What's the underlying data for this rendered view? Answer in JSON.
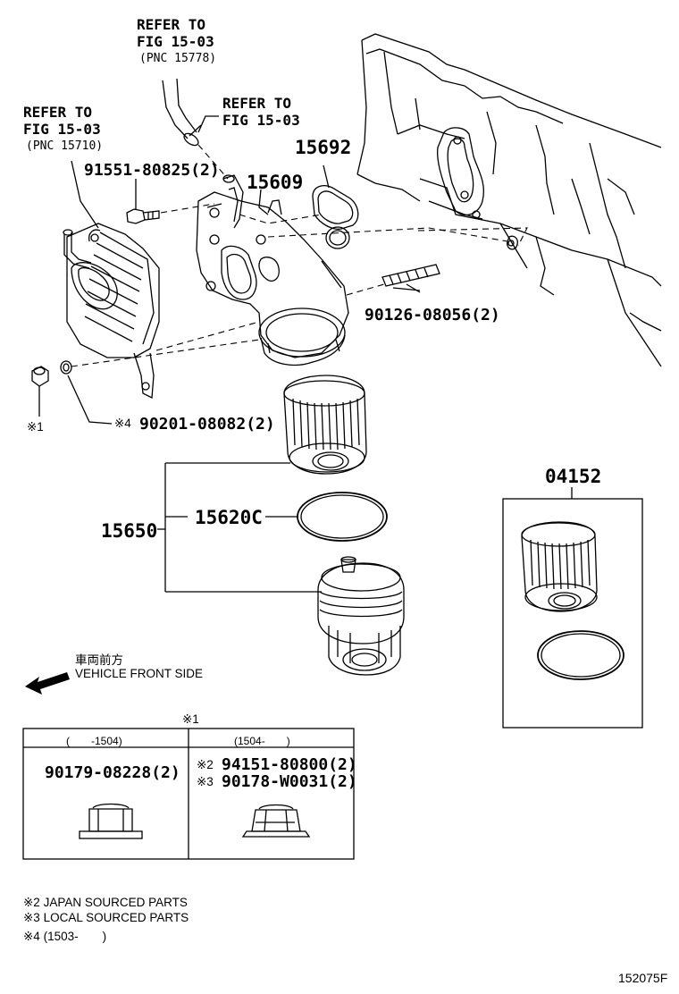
{
  "refs": {
    "ref_top": {
      "line1": "REFER TO",
      "line2": "FIG 15-03",
      "line3": "(PNC 15778)"
    },
    "ref_mid": {
      "line1": "REFER TO",
      "line2": "FIG 15-03"
    },
    "ref_left": {
      "line1": "REFER TO",
      "line2": "FIG 15-03",
      "line3": "(PNC 15710)"
    }
  },
  "parts": {
    "p91551": "91551-80825(2)",
    "p15609": "15609",
    "p15692": "15692",
    "p90126": "90126-08056(2)",
    "p90201_mark": "※4",
    "p90201": "90201-08082(2)",
    "mark1": "※1",
    "p15650": "15650",
    "p15620c": "15620C",
    "p04152": "04152"
  },
  "direction": {
    "jp": "車両前方",
    "en": "VEHICLE FRONT SIDE"
  },
  "table": {
    "title": "※1",
    "col1_head": "(　　-1504)",
    "col2_head": "(1504-　　)",
    "col1_part": "90179-08228(2)",
    "col2_part1_mark": "※2",
    "col2_part1": "94151-80800(2)",
    "col2_part2_mark": "※3",
    "col2_part2": "90178-W0031(2)"
  },
  "notes": [
    "※2 JAPAN SOURCED PARTS",
    "※3 LOCAL SOURCED PARTS",
    "※4 (1503-　　)"
  ],
  "figure_id": "152075F"
}
